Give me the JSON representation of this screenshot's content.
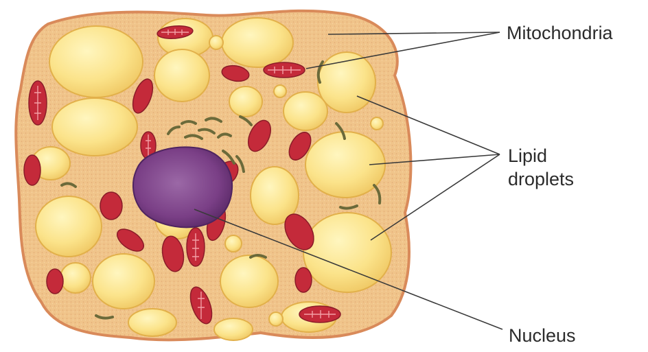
{
  "labels": {
    "mitochondria": "Mitochondria",
    "lipid_line1": "Lipid",
    "lipid_line2": "droplets",
    "nucleus": "Nucleus"
  },
  "colors": {
    "background": "#ffffff",
    "cytoplasm": "#f0c48a",
    "cell_border": "#d98a5a",
    "lipid_fill": "#fbe38a",
    "lipid_edge": "#e2b04a",
    "mitochondria": "#c42a3a",
    "mitochondria_crista": "#f3a0a6",
    "organelle_dark": "#6b6a3a",
    "nucleus": "#7a3f86",
    "nucleus_edge": "#4e2460",
    "leader_line": "#3a3a3a",
    "label_text": "#2b2b2b"
  }
}
